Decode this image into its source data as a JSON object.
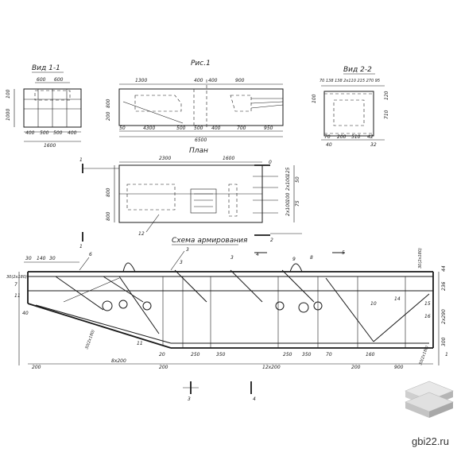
{
  "titles": {
    "view1": "Вид 1-1",
    "fig": "Рис.1",
    "view2": "Вид 2-2",
    "plan": "План",
    "scheme": "Схема армирования"
  },
  "view1_dims": {
    "top_a": "600",
    "top_b": "600",
    "left_a": "100",
    "left_b": "1000",
    "bot": [
      "400",
      "500",
      "500",
      "400"
    ],
    "total": "1600"
  },
  "fig_dims": {
    "top_left": "1300",
    "top_mid": "400",
    "top_mid2": "400",
    "top_right": "900",
    "left_a": "800",
    "left_b": "200",
    "bot_left": "4300",
    "bot": [
      "500",
      "500",
      "400",
      "700",
      "950"
    ],
    "total": "6500",
    "first": "50"
  },
  "view2_dims": {
    "top": "70 138 138 2x110 215 270 95",
    "left": "100",
    "right_a": "710",
    "right_b": "120",
    "bot": [
      "70",
      "200",
      "510",
      "42"
    ],
    "bot2": [
      "40",
      "32"
    ]
  },
  "plan_dims": {
    "top_left": "2300",
    "top_right": "1600",
    "left_a": "800",
    "left_b": "800",
    "right": [
      "125",
      "2x100",
      "100",
      "2x100",
      "50",
      "75"
    ],
    "section_a": "1",
    "section_b": "2",
    "pos": "12",
    "right_mark": "0"
  },
  "scheme_dims": {
    "top": [
      "30",
      "140",
      "30"
    ],
    "marks": [
      "6",
      "3",
      "3",
      "4",
      "9",
      "8",
      "5"
    ],
    "left": [
      "30(2х180)",
      "7",
      "11",
      "40"
    ],
    "right": "30(2х180)",
    "right_nums": [
      "44",
      "236",
      "2х290",
      "300",
      "1"
    ],
    "inner": [
      "10",
      "14",
      "15",
      "16",
      "11"
    ],
    "diag": "30(2x180)",
    "diag2": "30(2x180)",
    "bot": [
      "200",
      "8x200",
      "200",
      "250",
      "350",
      "250",
      "350",
      "12x200",
      "200",
      "900"
    ],
    "small_bot": [
      "20",
      "70",
      "160"
    ],
    "section_3": "3",
    "section_4": "4"
  },
  "watermark": "gbi22.ru"
}
